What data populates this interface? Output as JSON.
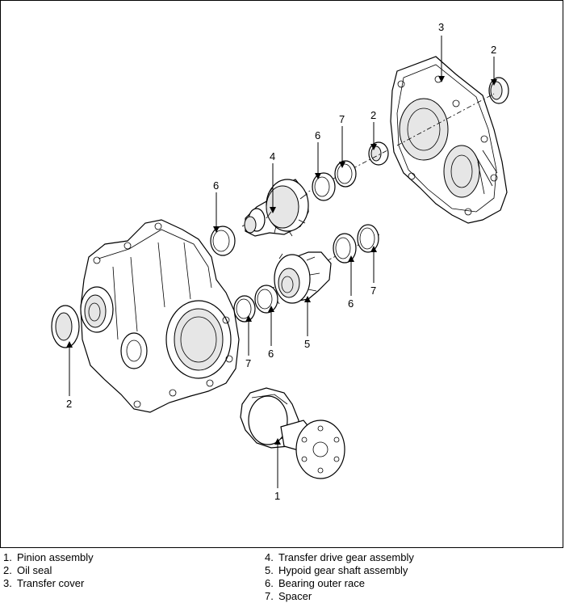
{
  "callouts": {
    "c1": "1",
    "c2_left": "2",
    "c2_top_right": "2",
    "c2_mid": "2",
    "c3": "3",
    "c4": "4",
    "c5": "5",
    "c6_upper_left": "6",
    "c6_upper_mid": "6",
    "c6_lower_left": "6",
    "c6_lower_right": "6",
    "c7_upper": "7",
    "c7_lower_left": "7",
    "c7_lower_right": "7"
  },
  "legend": {
    "left": [
      {
        "num": "1.",
        "label": "Pinion assembly"
      },
      {
        "num": "2.",
        "label": "Oil seal"
      },
      {
        "num": "3.",
        "label": "Transfer cover"
      }
    ],
    "right": [
      {
        "num": "4.",
        "label": "Transfer drive gear assembly"
      },
      {
        "num": "5.",
        "label": "Hypoid gear shaft assembly"
      },
      {
        "num": "6.",
        "label": "Bearing outer race"
      },
      {
        "num": "7.",
        "label": "Spacer"
      }
    ]
  }
}
